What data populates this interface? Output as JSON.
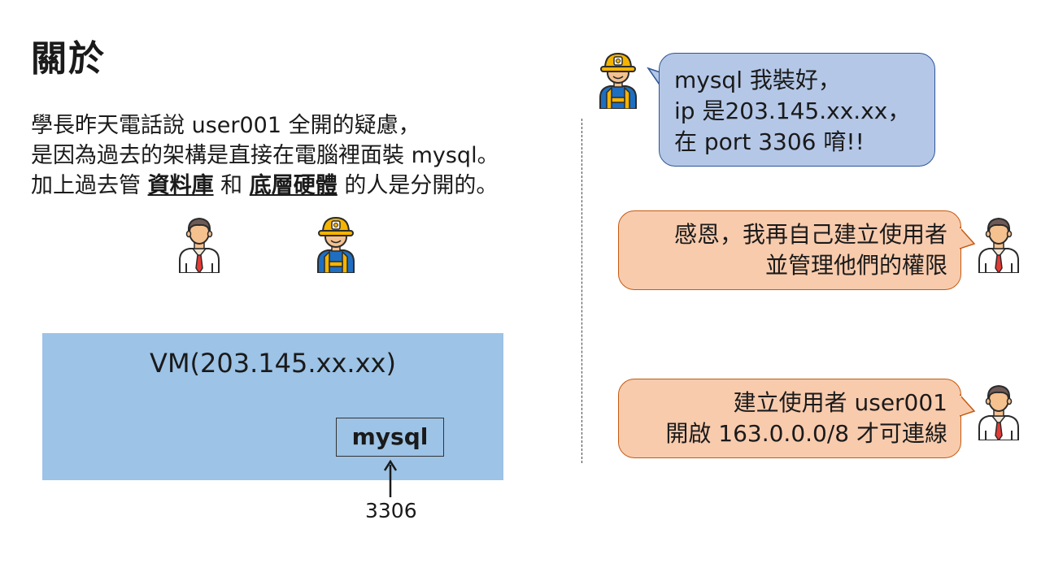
{
  "slide": {
    "title": "關於",
    "intro": {
      "line1": "學長昨天電話說 user001 全開的疑慮，",
      "line2": "是因為過去的架構是直接在電腦裡面裝 mysql。",
      "line3_pre": "加上過去管 ",
      "line3_hl1": "資料庫",
      "line3_mid": " 和 ",
      "line3_hl2": "底層硬體",
      "line3_post": " 的人是分開的。"
    },
    "diagram": {
      "vm_label": "VM(203.145.xx.xx)",
      "mysql_label": "mysql",
      "port_label": "3306"
    },
    "chat": {
      "worker_msg": [
        "mysql 我裝好，",
        "ip 是203.145.xx.xx，",
        "在 port 3306 唷!!"
      ],
      "manager_msg1": [
        "感恩，我再自己建立使用者",
        "並管理他們的權限"
      ],
      "manager_msg2": [
        "建立使用者 user001",
        "開啟 163.0.0.0/8 才可連線"
      ]
    },
    "colors": {
      "vm_fill": "#9dc3e6",
      "bubble_blue": "#b4c7e7",
      "bubble_orange": "#f8cbad"
    }
  }
}
